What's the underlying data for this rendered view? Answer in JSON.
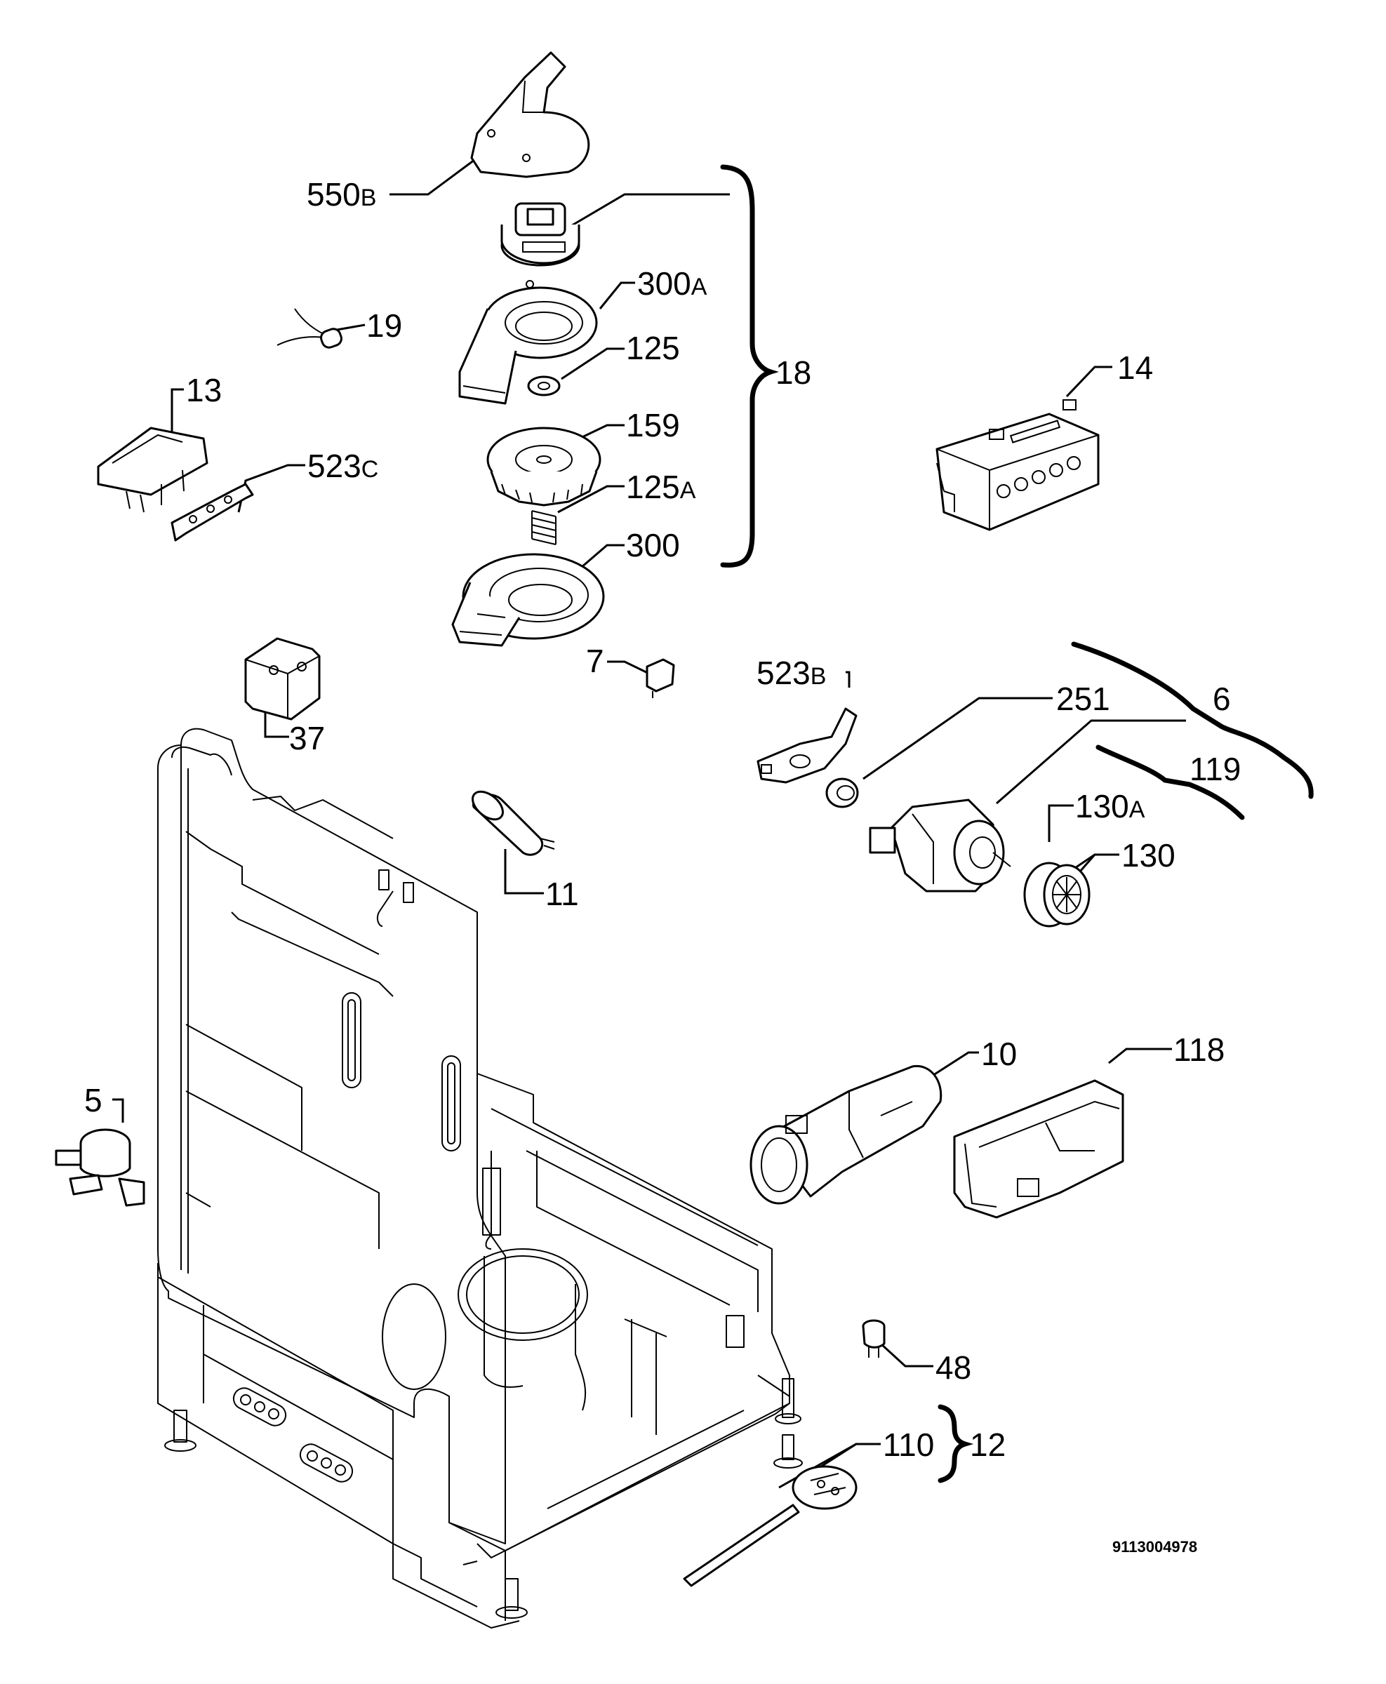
{
  "drawing_code": "9113004978",
  "parts": [
    {
      "id": "p550b",
      "num": "550",
      "suffix": "B"
    },
    {
      "id": "p300a",
      "num": "300",
      "suffix": "A"
    },
    {
      "id": "p19",
      "num": "19",
      "suffix": ""
    },
    {
      "id": "p125",
      "num": "125",
      "suffix": ""
    },
    {
      "id": "p18",
      "num": "18",
      "suffix": ""
    },
    {
      "id": "p13",
      "num": "13",
      "suffix": ""
    },
    {
      "id": "p14",
      "num": "14",
      "suffix": ""
    },
    {
      "id": "p159",
      "num": "159",
      "suffix": ""
    },
    {
      "id": "p523c",
      "num": "523",
      "suffix": "C"
    },
    {
      "id": "p125a",
      "num": "125",
      "suffix": "A"
    },
    {
      "id": "p300",
      "num": "300",
      "suffix": ""
    },
    {
      "id": "p7",
      "num": "7",
      "suffix": ""
    },
    {
      "id": "p523b",
      "num": "523",
      "suffix": "B"
    },
    {
      "id": "p251",
      "num": "251",
      "suffix": ""
    },
    {
      "id": "p6",
      "num": "6",
      "suffix": ""
    },
    {
      "id": "p37",
      "num": "37",
      "suffix": ""
    },
    {
      "id": "p119",
      "num": "119",
      "suffix": ""
    },
    {
      "id": "p130a",
      "num": "130",
      "suffix": "A"
    },
    {
      "id": "p130",
      "num": "130",
      "suffix": ""
    },
    {
      "id": "p11",
      "num": "11",
      "suffix": ""
    },
    {
      "id": "p10",
      "num": "10",
      "suffix": ""
    },
    {
      "id": "p118",
      "num": "118",
      "suffix": ""
    },
    {
      "id": "p5",
      "num": "5",
      "suffix": ""
    },
    {
      "id": "p48",
      "num": "48",
      "suffix": ""
    },
    {
      "id": "p110",
      "num": "110",
      "suffix": ""
    },
    {
      "id": "p12",
      "num": "12",
      "suffix": ""
    }
  ]
}
